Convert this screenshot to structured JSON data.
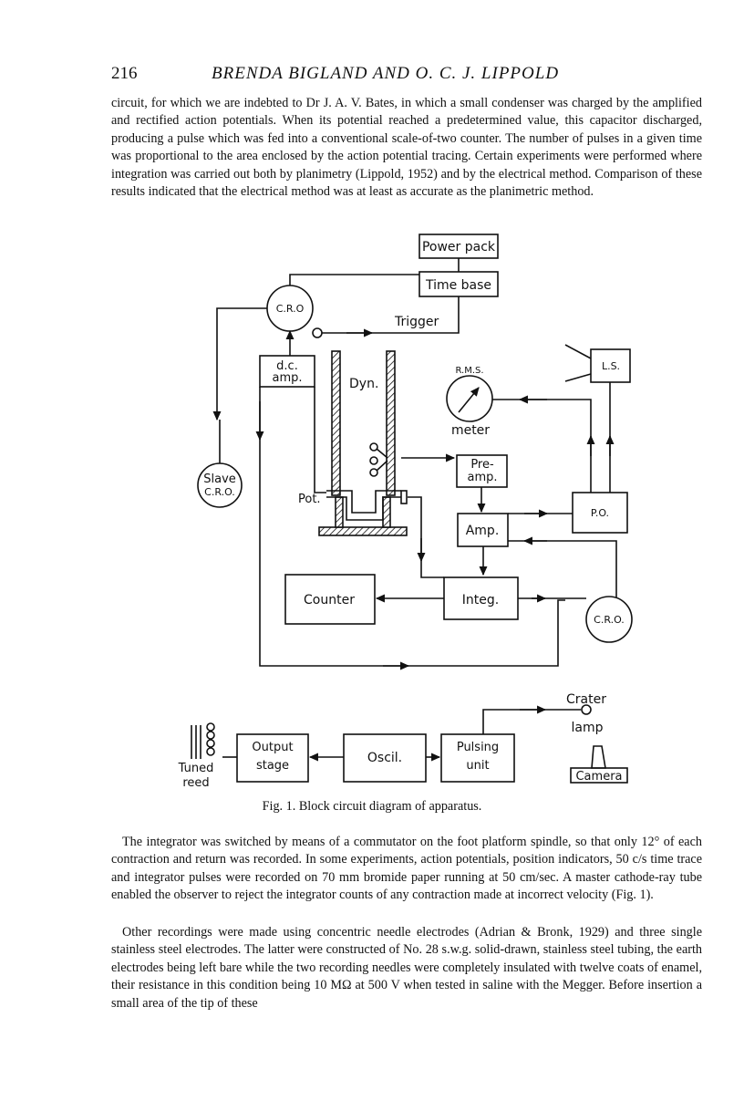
{
  "header": {
    "page_number": "216",
    "running_head": "BRENDA BIGLAND AND O. C. J. LIPPOLD"
  },
  "paragraphs": {
    "p1": "circuit, for which we are indebted to Dr J. A. V. Bates, in which a small condenser was charged by the amplified and rectified action potentials. When its potential reached a predetermined value, this capacitor discharged, producing a pulse which was fed into a conventional scale-of-two counter. The number of pulses in a given time was proportional to the area enclosed by the action potential tracing. Certain experiments were performed where integration was carried out both by planimetry (Lippold, 1952) and by the electrical method. Comparison of these results indicated that the electrical method was at least as accurate as the planimetric method.",
    "p2": "The integrator was switched by means of a commutator on the foot platform spindle, so that only 12° of each contraction and return was recorded. In some experiments, action potentials, position indicators, 50 c/s time trace and integrator pulses were recorded on 70 mm bromide paper running at 50 cm/sec. A master cathode-ray tube enabled the observer to reject the integrator counts of any contraction made at incorrect velocity (Fig. 1).",
    "p3": "Other recordings were made using concentric needle electrodes (Adrian & Bronk, 1929) and three single stainless steel electrodes. The latter were constructed of No. 28 s.w.g. solid-drawn, stainless steel tubing, the earth electrodes being left bare while the two recording needles were completely insulated with twelve coats of enamel, their resistance in this condition being 10 MΩ at 500 V when tested in saline with the Megger. Before insertion a small area of the tip of these"
  },
  "figure": {
    "caption": "Fig. 1. Block circuit diagram of apparatus.",
    "labels": {
      "power_pack": "Power pack",
      "time_base": "Time base",
      "cro_top": "C.R.O",
      "trigger": "Trigger",
      "dc_amp_1": "d.c.",
      "dc_amp_2": "amp.",
      "dyn": "Dyn.",
      "rms": "R.M.S.",
      "meter": "meter",
      "ls": "L.S.",
      "slave_1": "Slave",
      "slave_2": "C.R.O.",
      "pot": "Pot.",
      "preamp_1": "Pre-",
      "preamp_2": "amp.",
      "po": "P.O.",
      "amp": "Amp.",
      "counter": "Counter",
      "integ": "Integ.",
      "cro_right": "C.R.O.",
      "crater": "Crater",
      "lamp": "lamp",
      "output_1": "Output",
      "output_2": "stage",
      "oscil": "Oscil.",
      "pulsing_1": "Pulsing",
      "pulsing_2": "unit",
      "camera": "Camera",
      "tuned": "Tuned",
      "reed": "reed"
    }
  }
}
